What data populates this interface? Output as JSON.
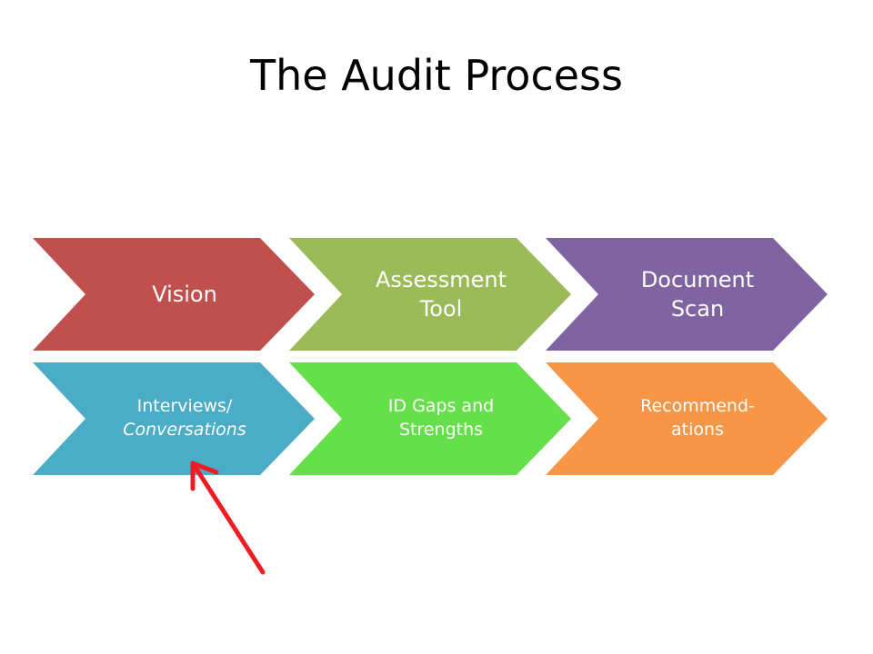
{
  "title": "The Audit Process",
  "steps": [
    {
      "lines": [
        "Vision"
      ],
      "color": "#C0504D"
    },
    {
      "lines": [
        "Assessment",
        "Tool"
      ],
      "color": "#9BBB59"
    },
    {
      "lines": [
        "Document",
        "Scan"
      ],
      "color": "#8064A2"
    },
    {
      "lines": [
        "Interviews/",
        "Conversations"
      ],
      "color": "#4BACC6"
    },
    {
      "lines": [
        "ID Gaps and",
        "Strengths"
      ],
      "color": "#66E04A"
    },
    {
      "lines": [
        "Recommend-",
        "ations"
      ],
      "color": "#F79646"
    }
  ],
  "arrow_color": "#EE1D23"
}
